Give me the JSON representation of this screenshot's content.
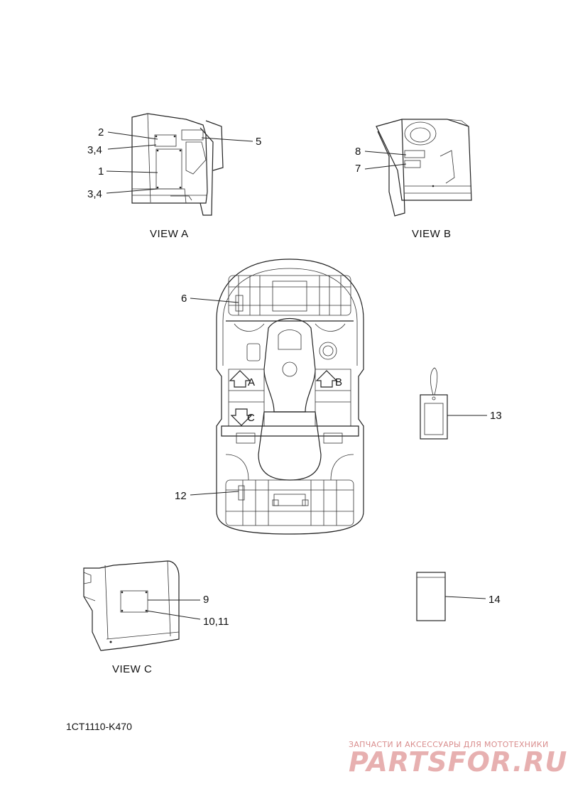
{
  "views": {
    "a": {
      "label": "VIEW A"
    },
    "b": {
      "label": "VIEW B"
    },
    "c": {
      "label": "VIEW C"
    }
  },
  "callouts": {
    "c1": "1",
    "c2": "2",
    "c34_upper": "3,4",
    "c34_lower": "3,4",
    "c5": "5",
    "c6": "6",
    "c7": "7",
    "c8": "8",
    "c9": "9",
    "c10_11": "10,11",
    "c12": "12",
    "c13": "13",
    "c14": "14"
  },
  "arrows": {
    "a": "A",
    "b": "B",
    "c": "C"
  },
  "diagram_code": "1CT1110-K470",
  "watermark": {
    "tagline": "ЗАПЧАСТИ И АКСЕССУАРЫ ДЛЯ МОТОТЕХНИКИ",
    "logo": "PARTSFOR.RU"
  },
  "colors": {
    "line": "#222222",
    "watermark": "#e7b0b0"
  }
}
